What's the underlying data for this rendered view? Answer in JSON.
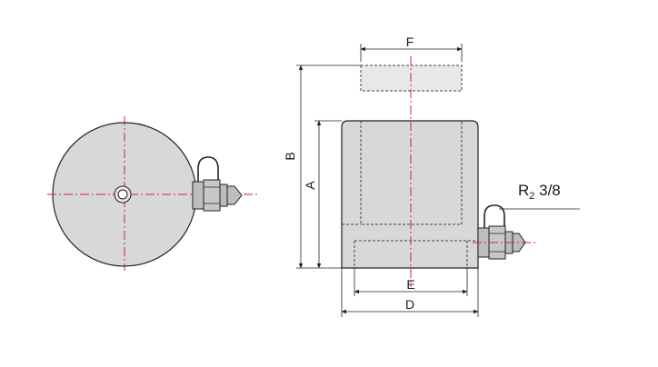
{
  "labels": {
    "F": "F",
    "B": "B",
    "A": "A",
    "E": "E",
    "D": "D",
    "port_prefix": "R",
    "port_sub": "2",
    "port_suffix": " 3/8"
  },
  "colors": {
    "body_fill": "#d8d8d8",
    "outline": "#222222",
    "centerline": "#d2262b",
    "hidden_line": "#444444",
    "coupler_fill": "#bdbdbd"
  }
}
